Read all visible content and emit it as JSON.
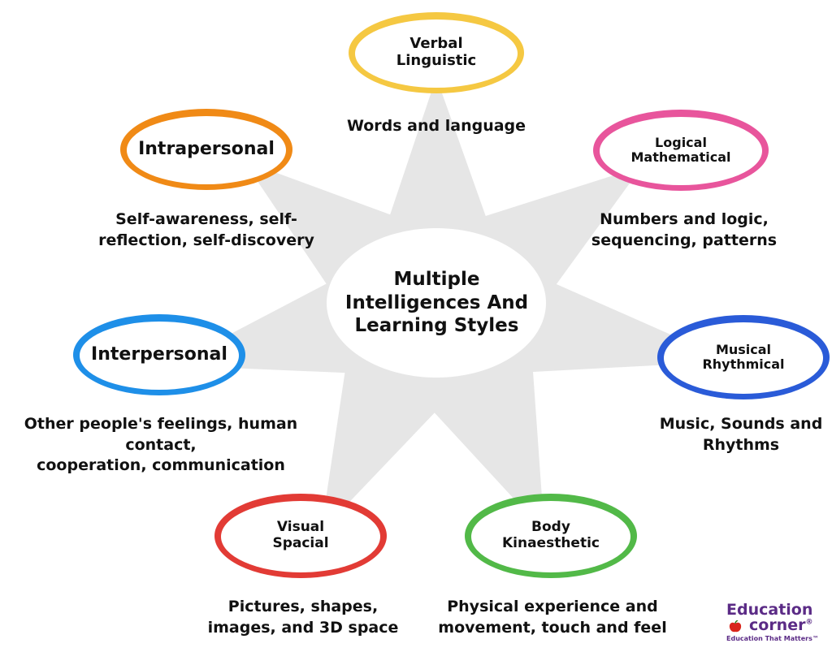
{
  "center_title": "Multiple\nIntelligences And\nLearning Styles",
  "nodes": [
    {
      "label": "Verbal\nLinguistic",
      "description": "Words and language",
      "color": "#f5c842"
    },
    {
      "label": "Logical\nMathematical",
      "description": "Numbers and logic,\nsequencing, patterns",
      "color": "#e8559c"
    },
    {
      "label": "Musical\nRhythmical",
      "description": "Music, Sounds and\nRhythms",
      "color": "#2a5bd8"
    },
    {
      "label": "Body\nKinaesthetic",
      "description": "Physical experience and\nmovement, touch and feel",
      "color": "#52b948"
    },
    {
      "label": "Visual\nSpacial",
      "description": "Pictures, shapes,\nimages, and 3D space",
      "color": "#e23b35"
    },
    {
      "label": "Interpersonal",
      "description": "Other people's feelings, human contact,\ncooperation, communication",
      "color": "#1e8fe8"
    },
    {
      "label": "Intrapersonal",
      "description": "Self-awareness, self-\nreflection, self-discovery",
      "color": "#f08a16"
    }
  ],
  "brand": {
    "line1": "Education",
    "line2": "corner",
    "registered": "®",
    "tagline": "Education That Matters™",
    "color": "#5b2b86",
    "icon": "apple-icon"
  },
  "colors": {
    "star": "#e6e6e6",
    "center_fill": "#ffffff"
  }
}
